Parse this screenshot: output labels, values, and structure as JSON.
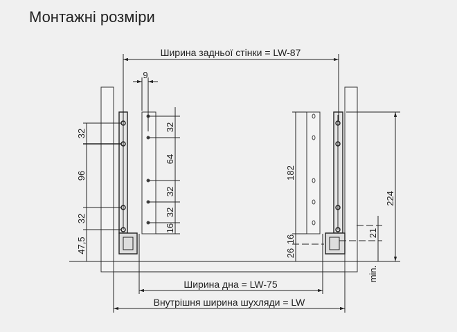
{
  "title": "Монтажні розміри",
  "dimensions": {
    "back_width": "Ширина задньої стінки = LW-87",
    "bottom_width": "Ширина дна = LW-75",
    "inner_width": "Внутрішня ширина шухляди = LW",
    "hole_offset": "9",
    "right_holes": [
      "32",
      "64",
      "32",
      "32",
      "16"
    ],
    "left_runner": [
      "32",
      "96",
      "32",
      "47,5"
    ],
    "back_height": "182",
    "back_gap": "16",
    "bottom_gap": "26",
    "total_height": "224",
    "runner_gap": "21",
    "min_label": "min."
  }
}
